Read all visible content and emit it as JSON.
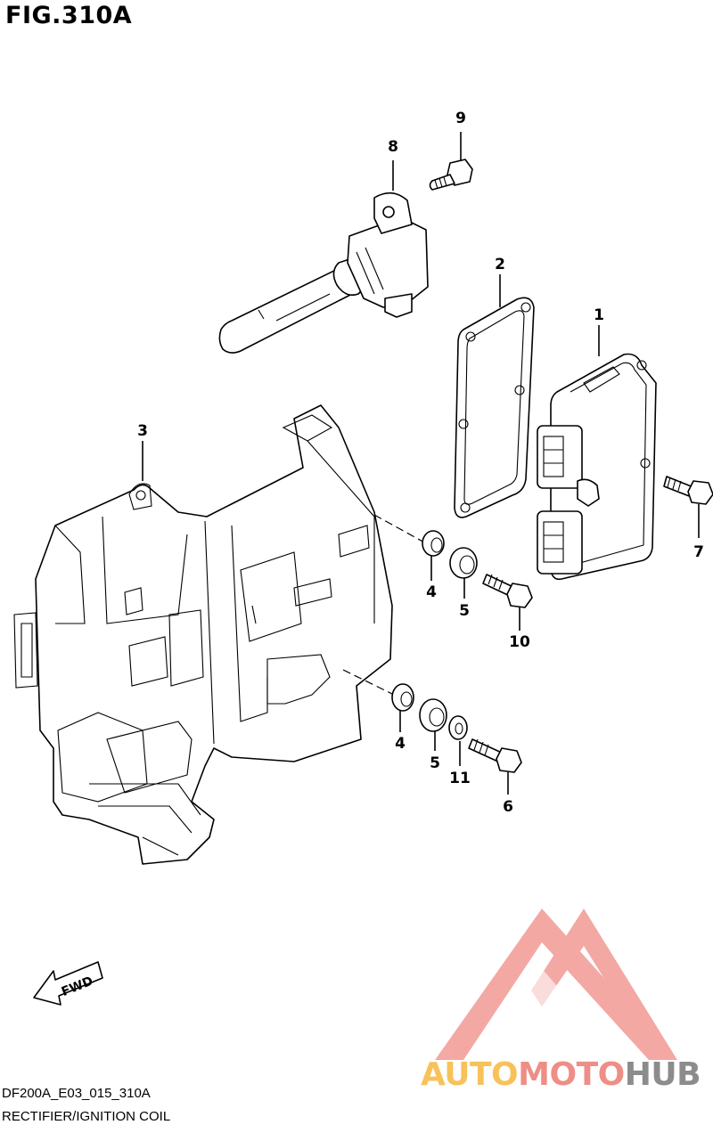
{
  "figure": {
    "title": "FIG.310A",
    "model_code": "DF200A_E03_015_310A",
    "section_title": "RECTIFIER/IGNITION COIL",
    "direction_label": "FWD"
  },
  "callouts": [
    {
      "id": "1"
    },
    {
      "id": "2"
    },
    {
      "id": "3"
    },
    {
      "id": "4"
    },
    {
      "id": "4b",
      "label": "4"
    },
    {
      "id": "5"
    },
    {
      "id": "5b",
      "label": "5"
    },
    {
      "id": "6"
    },
    {
      "id": "7"
    },
    {
      "id": "8"
    },
    {
      "id": "9"
    },
    {
      "id": "10"
    },
    {
      "id": "11"
    }
  ],
  "labels": {
    "c1": "1",
    "c2": "2",
    "c3": "3",
    "c4a": "4",
    "c4b": "4",
    "c5a": "5",
    "c5b": "5",
    "c6": "6",
    "c7": "7",
    "c8": "8",
    "c9": "9",
    "c10": "10",
    "c11": "11"
  },
  "watermark": {
    "part1": "AUTO",
    "part2": "MOTO",
    "part3": "HUB",
    "colors": {
      "auto": "#f7c25a",
      "moto": "#ee8e86",
      "hub": "#8c8c8c",
      "logo": "#f29a94"
    },
    "logo_icon": "triangle-m-logo-icon"
  },
  "icons": {
    "direction": "fwd-arrow-icon"
  }
}
